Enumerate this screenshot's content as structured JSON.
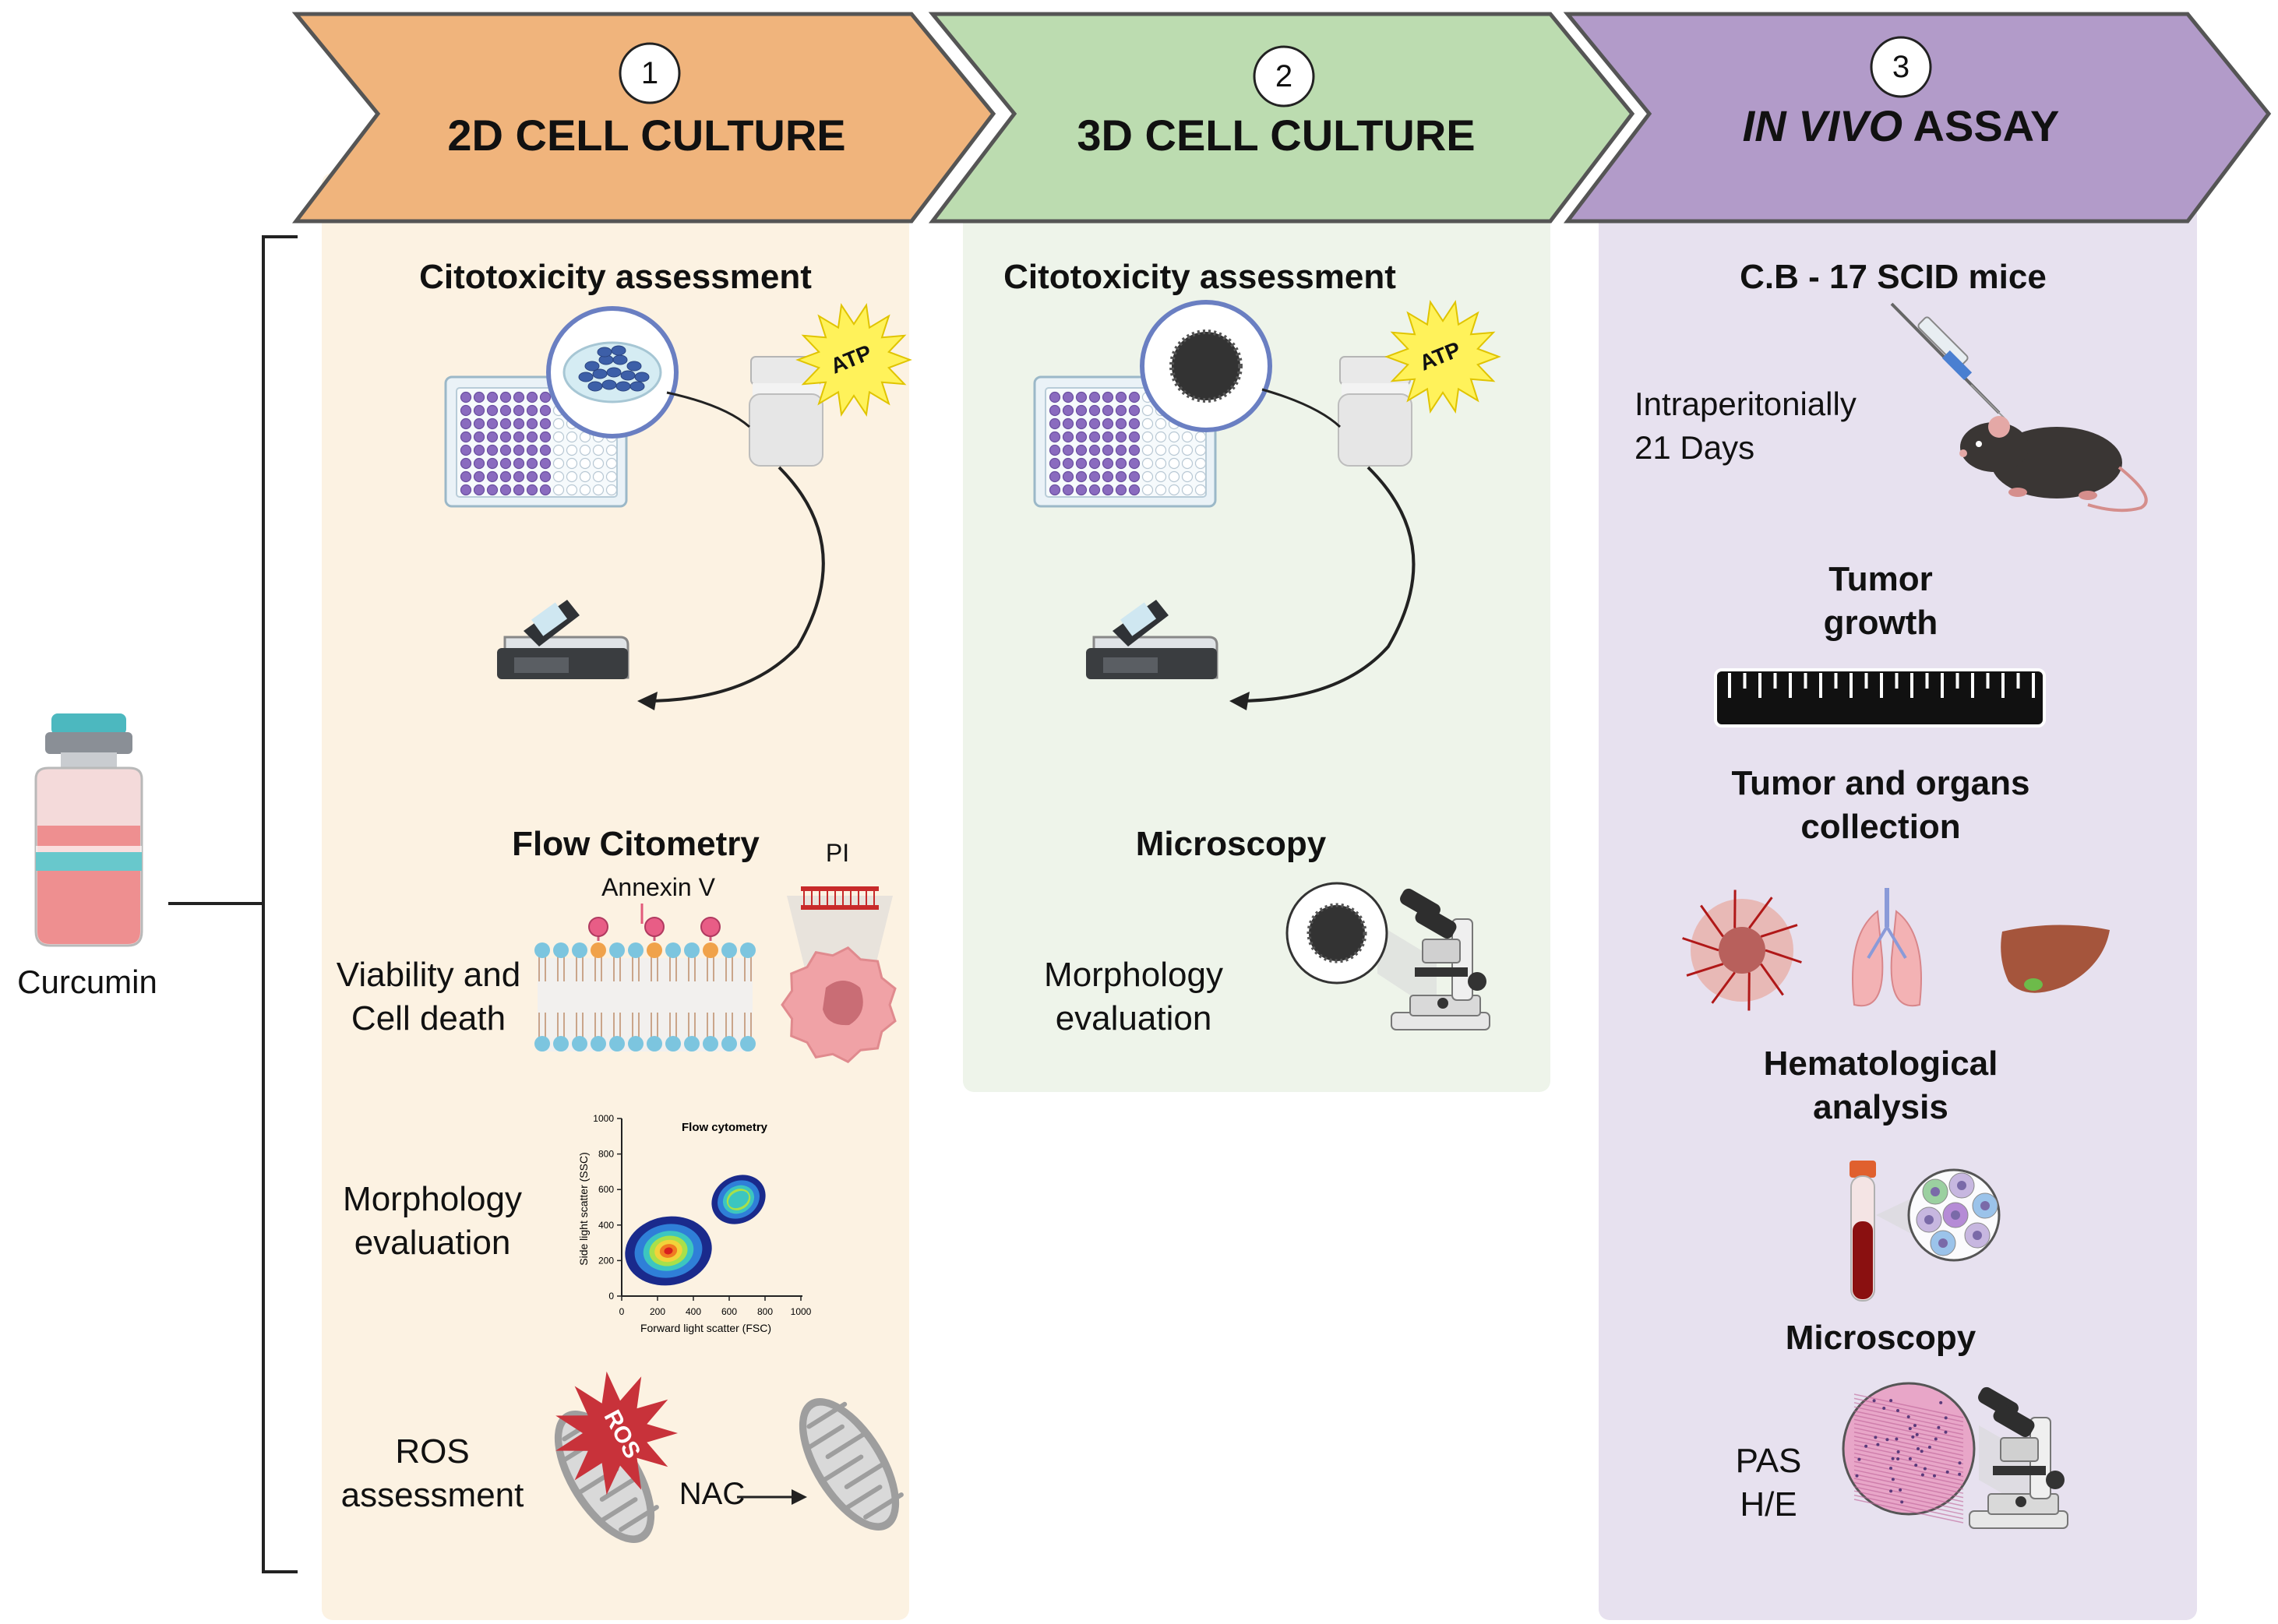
{
  "stages": [
    {
      "number": "1",
      "title": "2D CELL CULTURE",
      "fill": "#f0b47c"
    },
    {
      "number": "2",
      "title": "3D CELL CULTURE",
      "fill": "#bcdcb0"
    },
    {
      "number": "3",
      "title_italic": "IN VIVO",
      "title_rest": " ASSAY",
      "fill": "#b29bc9"
    }
  ],
  "colors": {
    "panel_2d": "#fcf2e2",
    "panel_3d": "#eef4ea",
    "panel_vivo": "#e7e1ef",
    "plate_wells": "#8a6bbf",
    "atp_burst": "#fff25a",
    "ros_burst": "#c8323a",
    "blood": "#8a1010"
  },
  "drug": {
    "label": "Curcumin"
  },
  "panel_2d": {
    "cytotox_title": "Citotoxicity assessment",
    "atp_label": "ATP",
    "flow_title": "Flow Citometry",
    "annexin_label": "Annexin V",
    "pi_label": "PI",
    "viability_line1": "Viability and",
    "viability_line2": "Cell death",
    "morph_line1": "Morphology",
    "morph_line2": "evaluation",
    "plot": {
      "title": "Flow cytometry",
      "ylabel": "Side light scatter (SSC)",
      "xlabel": "Forward light scatter (FSC)",
      "ticks": [
        "0",
        "200",
        "400",
        "600",
        "800",
        "1000"
      ]
    },
    "ros_line1": "ROS",
    "ros_line2": "assessment",
    "ros_burst_label": "ROS",
    "nac_label": "NAC"
  },
  "panel_3d": {
    "cytotox_title": "Citotoxicity assessment",
    "atp_label": "ATP",
    "microscopy_title": "Microscopy",
    "morph_line1": "Morphology",
    "morph_line2": "evaluation"
  },
  "panel_vivo": {
    "mice_title": "C.B - 17 SCID mice",
    "route_line1": "Intraperitonially",
    "route_line2": "21 Days",
    "tumor_line1": "Tumor",
    "tumor_line2": "growth",
    "organs_line1": "Tumor and organs",
    "organs_line2": "collection",
    "hema_line1": "Hematological",
    "hema_line2": "analysis",
    "microscopy_title": "Microscopy",
    "stain_line1": "PAS",
    "stain_line2": "H/E"
  }
}
